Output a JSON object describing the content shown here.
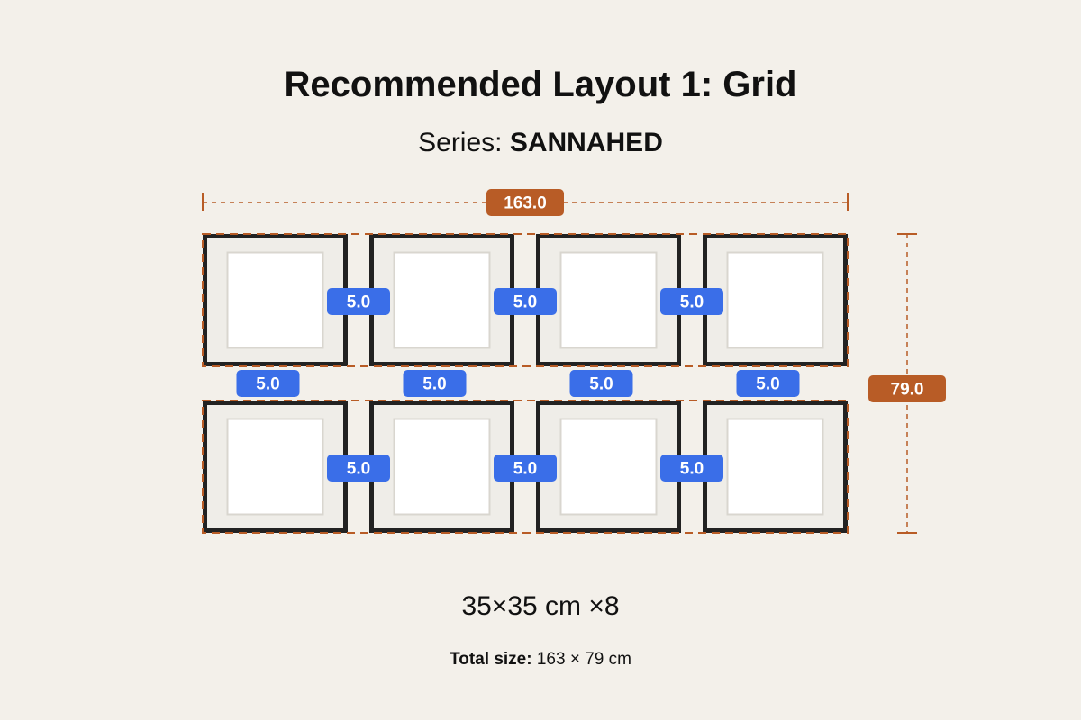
{
  "header": {
    "title": "Recommended Layout 1: Grid",
    "series_label": "Series:",
    "series_name": "SANNAHED"
  },
  "dimensions": {
    "width_label": "163.0",
    "height_label": "79.0",
    "gap_label": "5.0"
  },
  "layout": {
    "rows": 2,
    "columns": 4,
    "frame_count": 8
  },
  "summary": {
    "pieces": "35×35 cm ×8",
    "total_label": "Total size:",
    "total_value": "163 × 79 cm"
  },
  "colors": {
    "background": "#f3f0ea",
    "frame": "#222222",
    "mat": "#efede8",
    "photo": "#ffffff",
    "outer_dimension": "#b85c26",
    "gap_badge": "#3a6ee8"
  }
}
